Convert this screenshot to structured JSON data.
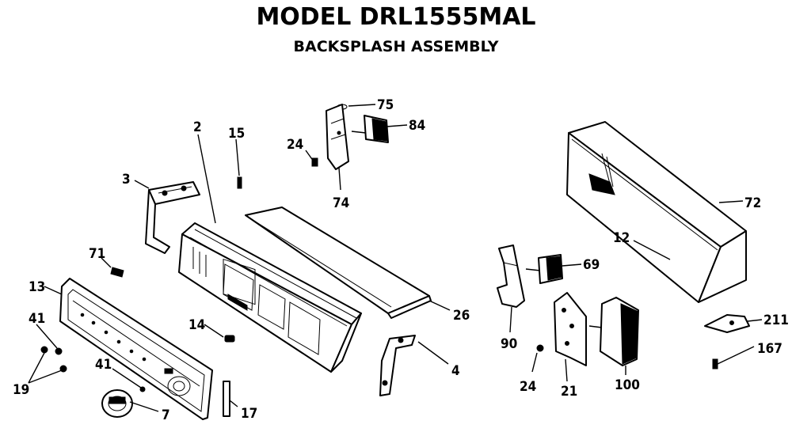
{
  "header": {
    "title": "MODEL DRL1555MAL",
    "subtitle": "BACKSPLASH ASSEMBLY"
  },
  "callouts": [
    {
      "id": "c2",
      "text": "2"
    },
    {
      "id": "c3",
      "text": "3"
    },
    {
      "id": "c4",
      "text": "4"
    },
    {
      "id": "c7",
      "text": "7"
    },
    {
      "id": "c12",
      "text": "12"
    },
    {
      "id": "c13",
      "text": "13"
    },
    {
      "id": "c14",
      "text": "14"
    },
    {
      "id": "c15",
      "text": "15"
    },
    {
      "id": "c17",
      "text": "17"
    },
    {
      "id": "c19",
      "text": "19"
    },
    {
      "id": "c21",
      "text": "21"
    },
    {
      "id": "c24a",
      "text": "24"
    },
    {
      "id": "c24b",
      "text": "24"
    },
    {
      "id": "c26",
      "text": "26"
    },
    {
      "id": "c41a",
      "text": "41"
    },
    {
      "id": "c41b",
      "text": "41"
    },
    {
      "id": "c69",
      "text": "69"
    },
    {
      "id": "c71",
      "text": "71"
    },
    {
      "id": "c72",
      "text": "72"
    },
    {
      "id": "c74",
      "text": "74"
    },
    {
      "id": "c75",
      "text": "75"
    },
    {
      "id": "c84",
      "text": "84"
    },
    {
      "id": "c90",
      "text": "90"
    },
    {
      "id": "c100",
      "text": "100"
    },
    {
      "id": "c167",
      "text": "167"
    },
    {
      "id": "c211",
      "text": "211"
    }
  ]
}
